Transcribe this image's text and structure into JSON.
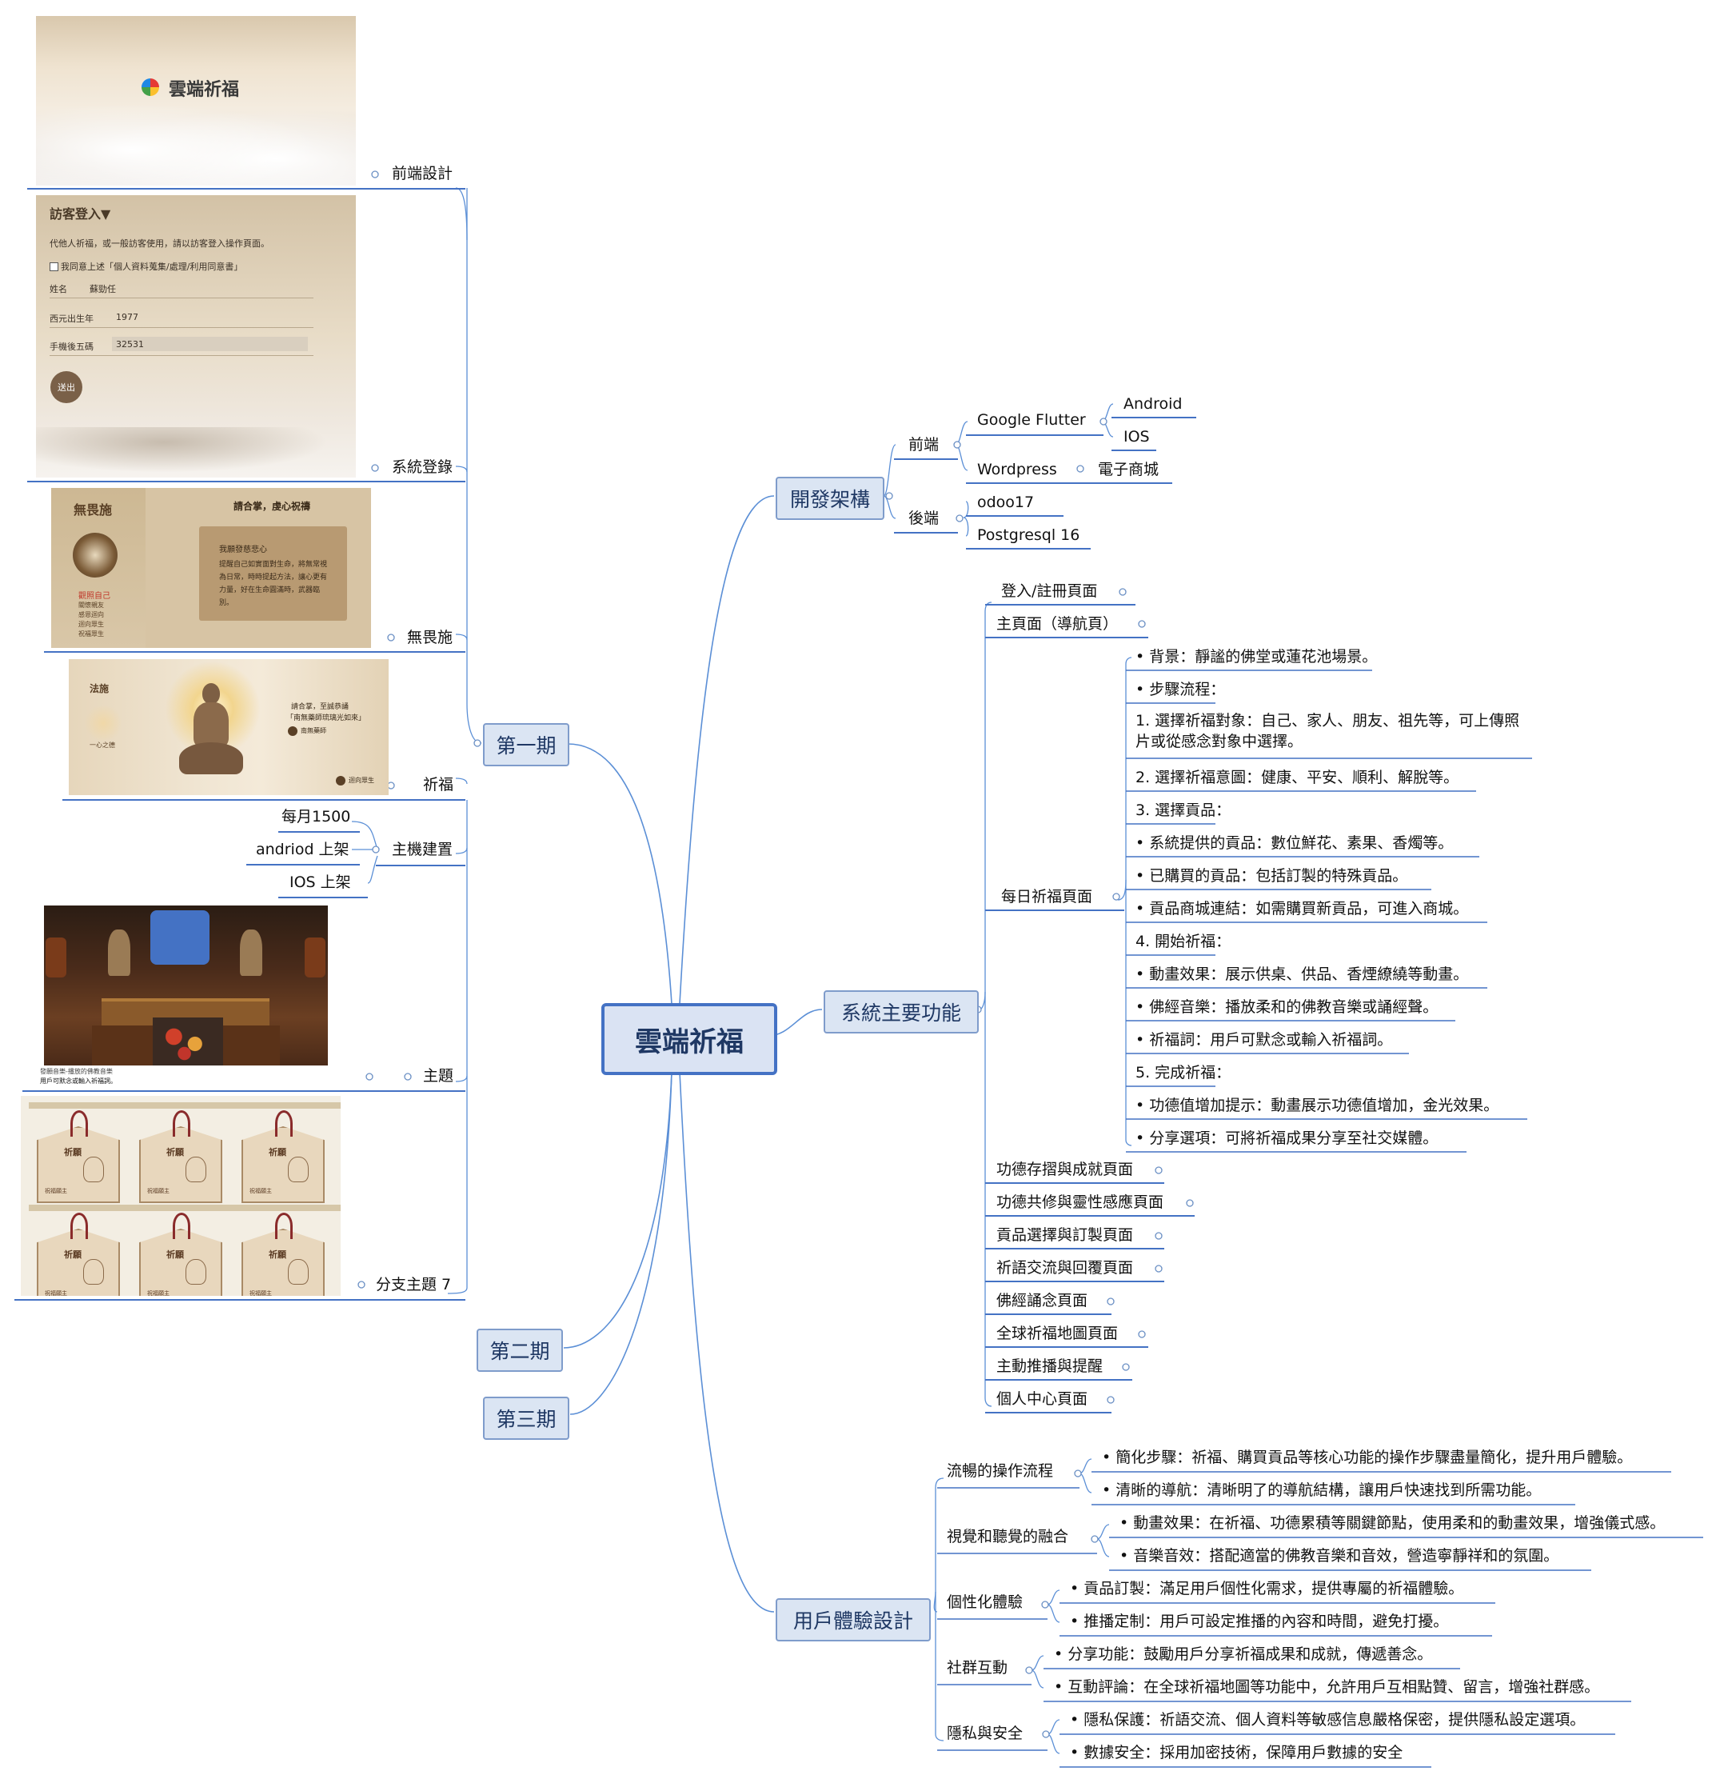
{
  "center": "雲端祈福",
  "phase1": {
    "label": "第一期",
    "frontend": "前端設計",
    "login": "系統登錄",
    "wuweishi": "無畏施",
    "pray": "祈福",
    "host": "主機建置",
    "monthly": "每月1500",
    "android": "andriod 上架",
    "ios": "IOS 上架",
    "theme": "主題",
    "branch7": "分支主題 7"
  },
  "phase2": "第二期",
  "phase3": "第三期",
  "screens": {
    "title_logo": "雲端祈福",
    "guest_title": "訪客登入▼",
    "guest_desc": "代他人祈福，或一般訪客使用，請以訪客登入操作頁面。",
    "guest_agree": "我同意上述「個人資料蒐集/處理/利用同意書」",
    "name_label": "姓名",
    "name_value": "蘇勁任",
    "year_label": "西元出生年",
    "year_value": "1977",
    "phone_label": "手機後五碼",
    "phone_value": "32531",
    "submit": "送出",
    "ww_title": "無畏施",
    "ww_heading": "請合掌，虔心祝禱",
    "ww_line1": "我願發慈悲心",
    "ww_body": "提醒自己如實面對生命，將無常視為日常，時時提起方法，讓心更有力量，好在生命圓滿時，武器臨別。",
    "ww_side": "觀照自己",
    "ww_side2": "關懷親友",
    "ww_side3": "感恩迴向",
    "ww_side4": "迴向眾生",
    "ww_side5": "祝福眾生",
    "pray_title": "法施",
    "pray_sub": "一心之德",
    "pray_head": "請合掌，至誠恭誦",
    "pray_mantra": "「南無藥師琉璃光如來」",
    "pray_btn": "南無藥師",
    "pray_btn2": "迴向眾生",
    "theme_cap1": "發願音樂-播放的佛教音樂",
    "theme_cap2": "用戶可默念或輸入祈福詞。",
    "tag_text": "祈願",
    "tag_small": "祝福願主"
  },
  "dev": {
    "label": "開發架構",
    "frontend": "前端",
    "flutter": "Google Flutter",
    "android": "Android",
    "ios": "IOS",
    "wordpress": "Wordpress",
    "shop": "電子商城",
    "backend": "後端",
    "odoo": "odoo17",
    "pg": "Postgresql 16"
  },
  "features": {
    "label": "系統主要功能",
    "login": "登入/註冊頁面",
    "home": "主頁面（導航頁）",
    "daily": "每日祈福頁面",
    "daily_items": [
      "• 背景：靜謐的佛堂或蓮花池場景。",
      "• 步驟流程：",
      "1. 選擇祈福對象：自己、家人、朋友、祖先等，可上傳照片或從感念對象中選擇。",
      "2. 選擇祈福意圖：健康、平安、順利、解脫等。",
      "3. 選擇貢品：",
      "• 系統提供的貢品：數位鮮花、素果、香燭等。",
      "• 已購買的貢品：包括訂製的特殊貢品。",
      "• 貢品商城連結：如需購買新貢品，可進入商城。",
      "4. 開始祈福：",
      "• 動畫效果：展示供桌、供品、香煙繚繞等動畫。",
      "• 佛經音樂：播放柔和的佛教音樂或誦經聲。",
      "• 祈福詞：用戶可默念或輸入祈福詞。",
      "5. 完成祈福：",
      "• 功德值增加提示：動畫展示功德值增加，金光效果。",
      "• 分享選項：可將祈福成果分享至社交媒體。"
    ],
    "merit": "功德存摺與成就頁面",
    "cocultivate": "功德共修與靈性感應頁面",
    "offering": "貢品選擇與訂製頁面",
    "exchange": "祈語交流與回覆頁面",
    "sutra": "佛經誦念頁面",
    "globalmap": "全球祈福地圖頁面",
    "push": "主動推播與提醒",
    "personal": "個人中心頁面"
  },
  "ux": {
    "label": "用戶體驗設計",
    "flow": "流暢的操作流程",
    "flow_items": [
      "• 簡化步驟：祈福、購買貢品等核心功能的操作步驟盡量簡化，提升用戶體驗。",
      "• 清晰的導航：清晰明了的導航結構，讓用戶快速找到所需功能。"
    ],
    "av": "視覺和聽覺的融合",
    "av_items": [
      "• 動畫效果：在祈福、功德累積等關鍵節點，使用柔和的動畫效果，增強儀式感。",
      "• 音樂音效：搭配適當的佛教音樂和音效，營造寧靜祥和的氛圍。"
    ],
    "personal": "個性化體驗",
    "personal_items": [
      "• 貢品訂製：滿足用戶個性化需求，提供專屬的祈福體驗。",
      "• 推播定制：用戶可設定推播的內容和時間，避免打擾。"
    ],
    "social": "社群互動",
    "social_items": [
      "• 分享功能：鼓勵用戶分享祈福成果和成就，傳遞善念。",
      "• 互動評論：在全球祈福地圖等功能中，允許用戶互相點贊、留言，增強社群感。"
    ],
    "privacy": "隱私與安全",
    "privacy_items": [
      "• 隱私保護：祈語交流、個人資料等敏感信息嚴格保密，提供隱私設定選項。",
      "• 數據安全：採用加密技術，保障用戶數據的安全"
    ]
  }
}
